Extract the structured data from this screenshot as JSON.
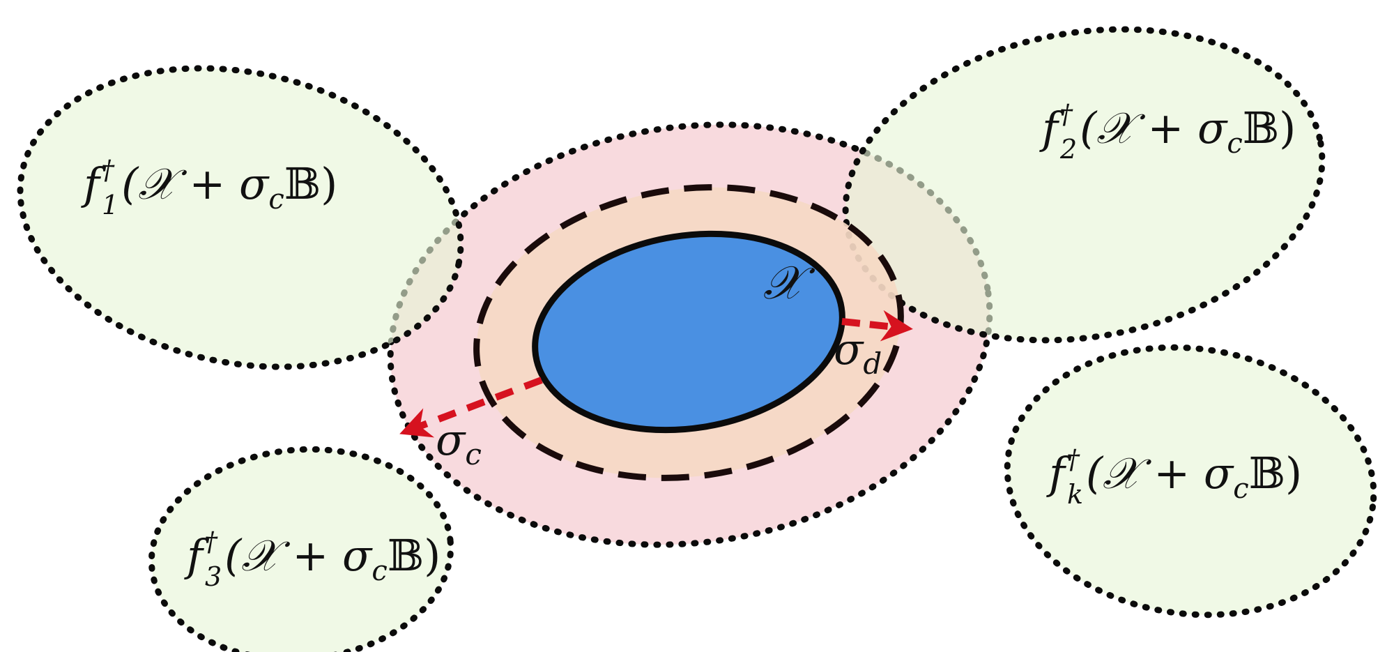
{
  "diagram": {
    "colors": {
      "outline": "#0b0b0b",
      "region_green": "#eef8e2",
      "region_pink": "#f7d6da",
      "region_orange": "#f5d9c4",
      "region_blue": "#4a90e2",
      "arrow_red": "#d6121f"
    },
    "labels": {
      "set_x": "𝒳",
      "sigma_c": "σ",
      "sigma_c_sub": "c",
      "sigma_d": "σ",
      "sigma_d_sub": "d"
    },
    "preimages": [
      {
        "f": "f",
        "sub": "1",
        "sup": "†",
        "rest": "(𝒳 + σ",
        "rest_sub": "c",
        "tail": "𝔹)"
      },
      {
        "f": "f",
        "sub": "2",
        "sup": "†",
        "rest": "(𝒳 + σ",
        "rest_sub": "c",
        "tail": "𝔹)"
      },
      {
        "f": "f",
        "sub": "3",
        "sup": "†",
        "rest": "(𝒳 + σ",
        "rest_sub": "c",
        "tail": "𝔹)"
      },
      {
        "f": "f",
        "sub": "k",
        "sup": "†",
        "rest": "(𝒳 + σ",
        "rest_sub": "c",
        "tail": "𝔹)"
      }
    ]
  }
}
